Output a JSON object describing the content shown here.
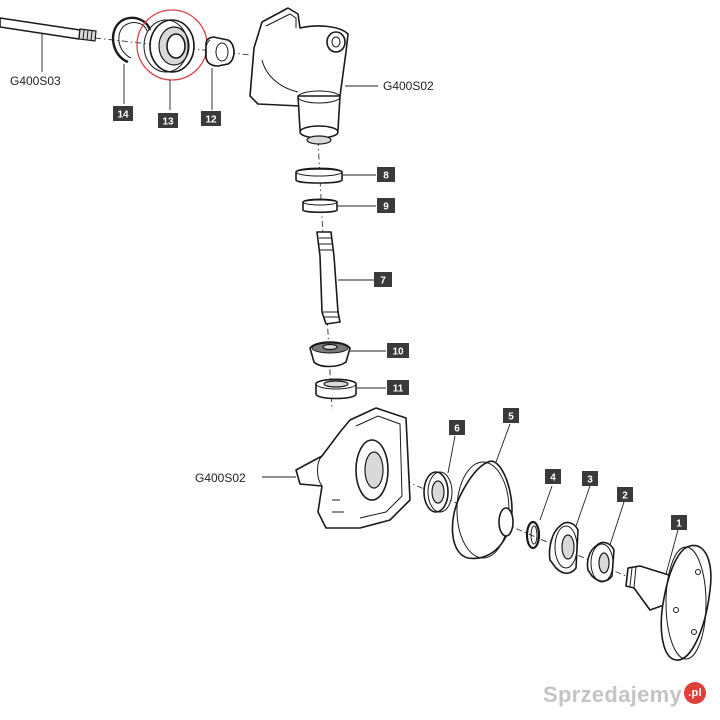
{
  "diagram": {
    "references": {
      "top_shaft": "G400S03",
      "upper_housing": "G400S02",
      "lower_housing": "G400S02"
    },
    "callouts": {
      "c1": "1",
      "c2": "2",
      "c3": "3",
      "c4": "4",
      "c5": "5",
      "c6": "6",
      "c7": "7",
      "c8": "8",
      "c9": "9",
      "c10": "10",
      "c11": "11",
      "c12": "12",
      "c13": "13",
      "c14": "14"
    },
    "highlight_color": "#d9434b"
  },
  "watermark": {
    "text": "Sprzedajemy",
    "badge": ".pl"
  }
}
